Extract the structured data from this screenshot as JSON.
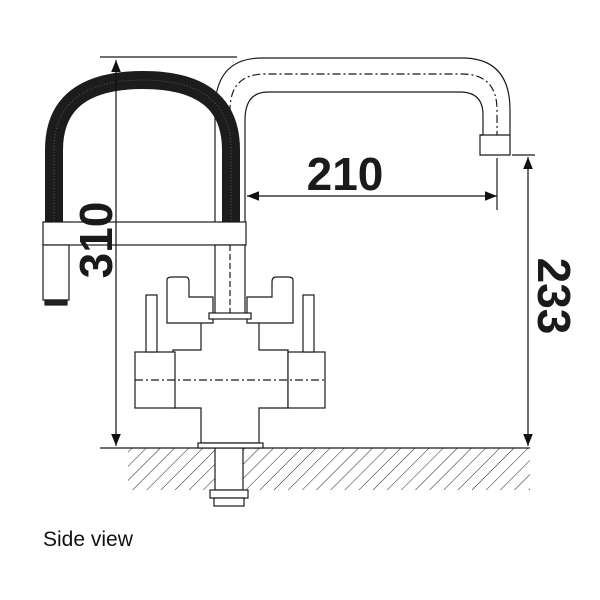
{
  "dimensions": {
    "height_total": "310",
    "reach": "210",
    "spout_height": "233"
  },
  "caption": "Side view",
  "colors": {
    "line": "#1a1a1a",
    "hose": "#1c1c1c",
    "background": "#ffffff"
  }
}
